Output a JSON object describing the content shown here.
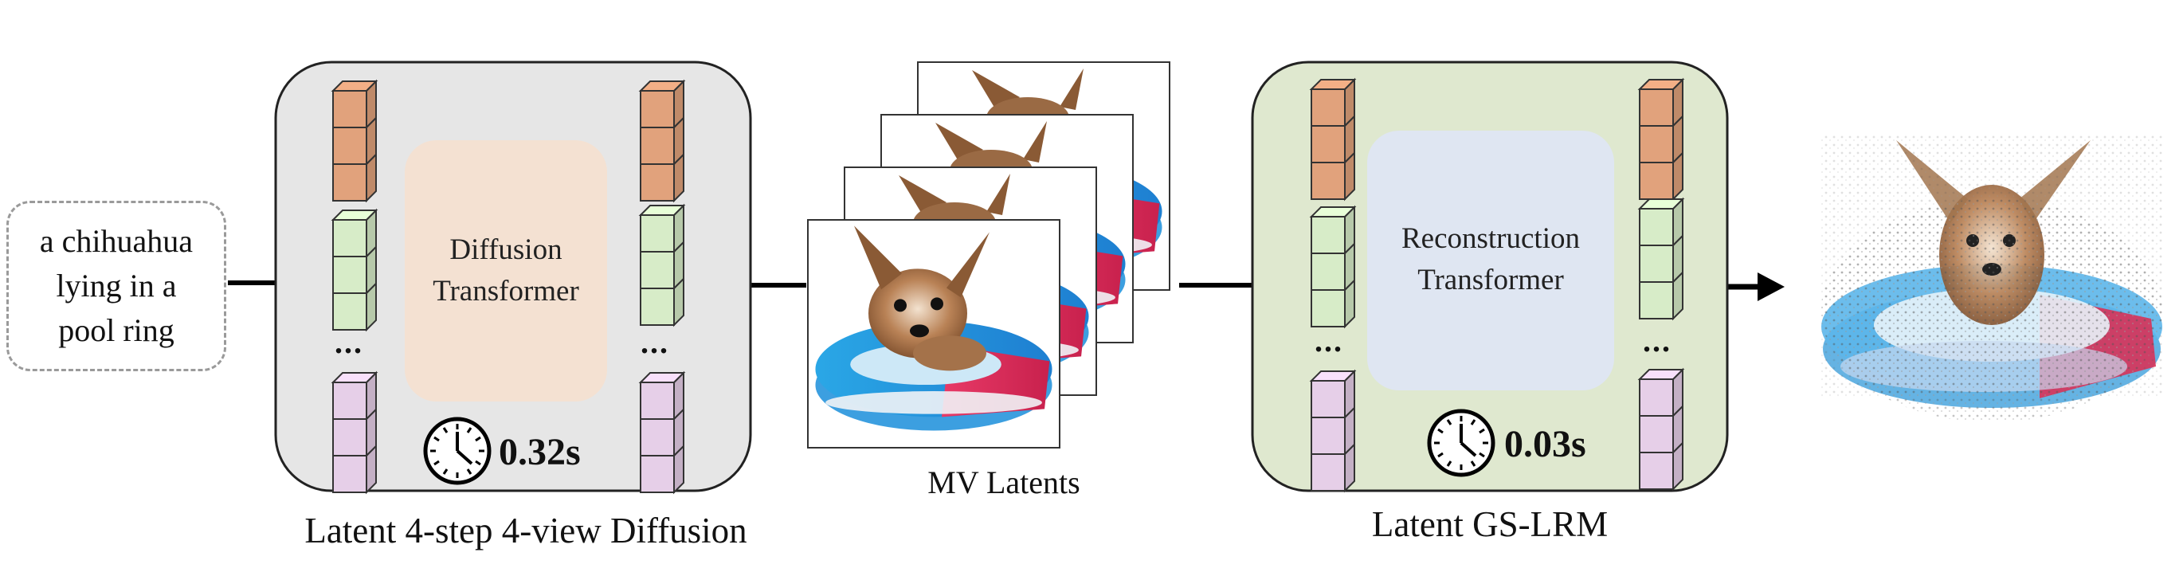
{
  "prompt": {
    "line1": "a chihuahua",
    "line2": "lying in a",
    "line3": "pool ring"
  },
  "diffusion": {
    "inner_line1": "Diffusion",
    "inner_line2": "Transformer",
    "time": "0.32s",
    "caption": "Latent 4-step 4-view Diffusion",
    "ellipsis": "..."
  },
  "mv": {
    "caption": "MV Latents",
    "view_count": 4
  },
  "lrm": {
    "inner_line1": "Reconstruction",
    "inner_line2": "Transformer",
    "time": "0.03s",
    "caption": "Latent GS-LRM",
    "ellipsis": "..."
  },
  "icons": [
    "clock-icon",
    "latent-token-stack",
    "arrow-right-icon",
    "dog-pool-ring-image",
    "gaussian-splat-output"
  ],
  "colors": {
    "diffusion_panel": "#e6e6e6",
    "lrm_panel": "#dfe8cf",
    "diffusion_core": "#f4e1d2",
    "lrm_core": "#dfe6f2",
    "token_orange": "#e1a27c",
    "token_green": "#d7ecc8",
    "token_purple": "#e6cfe8"
  }
}
